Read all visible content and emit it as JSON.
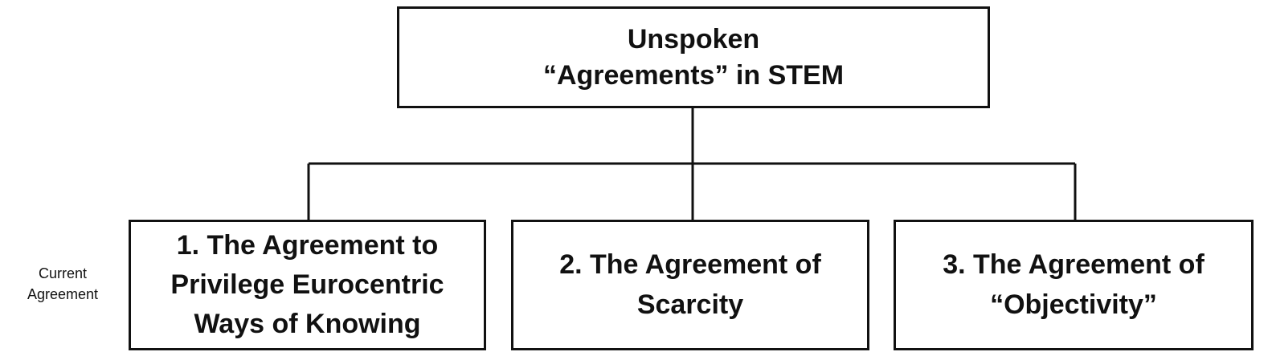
{
  "root": {
    "line1": "Unspoken",
    "line2": "“Agreements” in STEM"
  },
  "side_label": {
    "line1": "Current",
    "line2": "Agreement"
  },
  "agreements": [
    {
      "lines": [
        "1. The Agreement to",
        "Privilege Eurocentric",
        "Ways of Knowing"
      ]
    },
    {
      "lines": [
        "2. The Agreement of",
        "Scarcity"
      ]
    },
    {
      "lines": [
        "3. The Agreement of",
        "“Objectivity”"
      ]
    }
  ]
}
